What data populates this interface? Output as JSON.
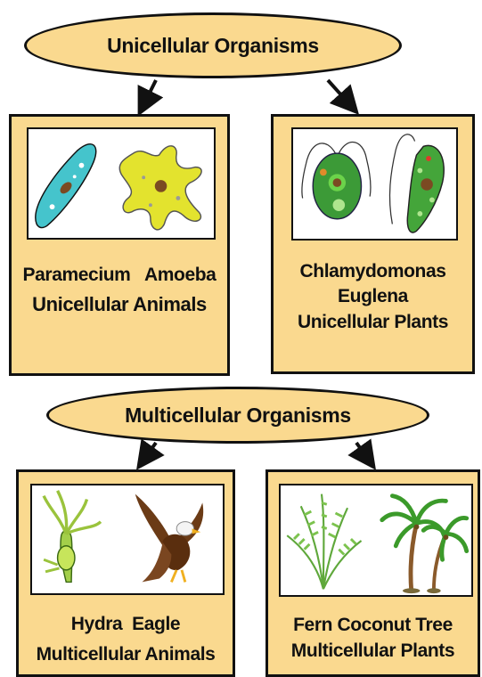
{
  "top_node": {
    "label": "Unicellular Organisms"
  },
  "bottom_node": {
    "label": "Multicellular Organisms"
  },
  "boxes": [
    {
      "lines": [
        "Paramecium   Amoeba",
        "Unicellular Animals"
      ]
    },
    {
      "lines": [
        "Chlamydomonas",
        "Euglena",
        "Unicellular Plants"
      ]
    },
    {
      "lines": [
        "Hydra  Eagle",
        "Multicellular Animals"
      ]
    },
    {
      "lines": [
        "Fern Coconut Tree",
        "Multicellular Plants"
      ]
    }
  ],
  "colors": {
    "box_fill": "#fad98f",
    "border": "#111111"
  }
}
